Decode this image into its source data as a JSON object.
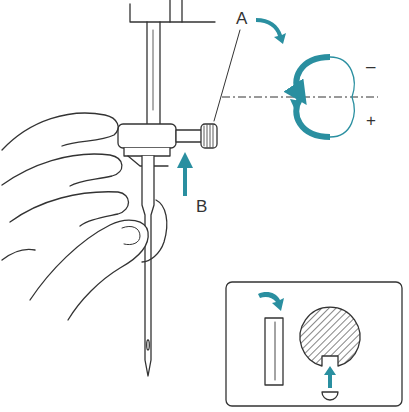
{
  "diagram": {
    "labels": [
      "A",
      "B",
      "–",
      "+"
    ]
  }
}
